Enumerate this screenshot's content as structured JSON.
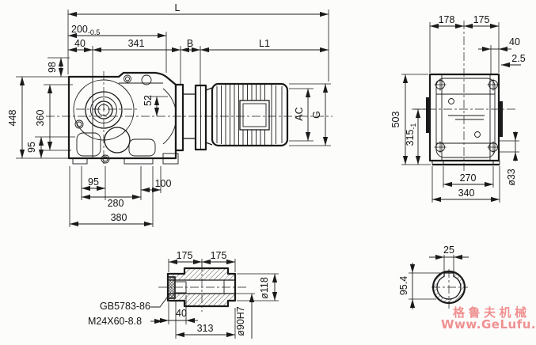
{
  "drawing": {
    "background": "#fcfcfb",
    "line_color": "#1a1a1a",
    "watermark": {
      "line1": "格鲁夫机械",
      "line2": "Www.GeLufu.Com",
      "color": "#f09090"
    },
    "dims": {
      "side": {
        "L": "L",
        "len200": "200",
        "tol200": "-0.5",
        "d40": "40",
        "d341": "341",
        "B": "B",
        "L1": "L1",
        "d98": "98",
        "d448": "448",
        "d360": "360",
        "d95_left": "95",
        "d52": "52",
        "d95_bottom": "95",
        "d280": "280",
        "d380": "380",
        "d100": "100",
        "AC": "AC",
        "G": "G"
      },
      "end": {
        "d178": "178",
        "d175": "175",
        "d40": "40",
        "d2_5": "2.5",
        "d503": "503",
        "d315": "315",
        "tol315": "-1",
        "d270": "270",
        "d340": "340",
        "dia33": "ø33"
      },
      "shaft": {
        "d175a": "175",
        "d175b": "175",
        "dia118": "ø118",
        "gb_label": "GB5783-86",
        "bolt_label": "M24X60-8.8",
        "d40": "40",
        "d313": "313",
        "dia90": "ø90H7"
      },
      "cross": {
        "d25": "25",
        "d95_4": "95.4"
      }
    }
  }
}
